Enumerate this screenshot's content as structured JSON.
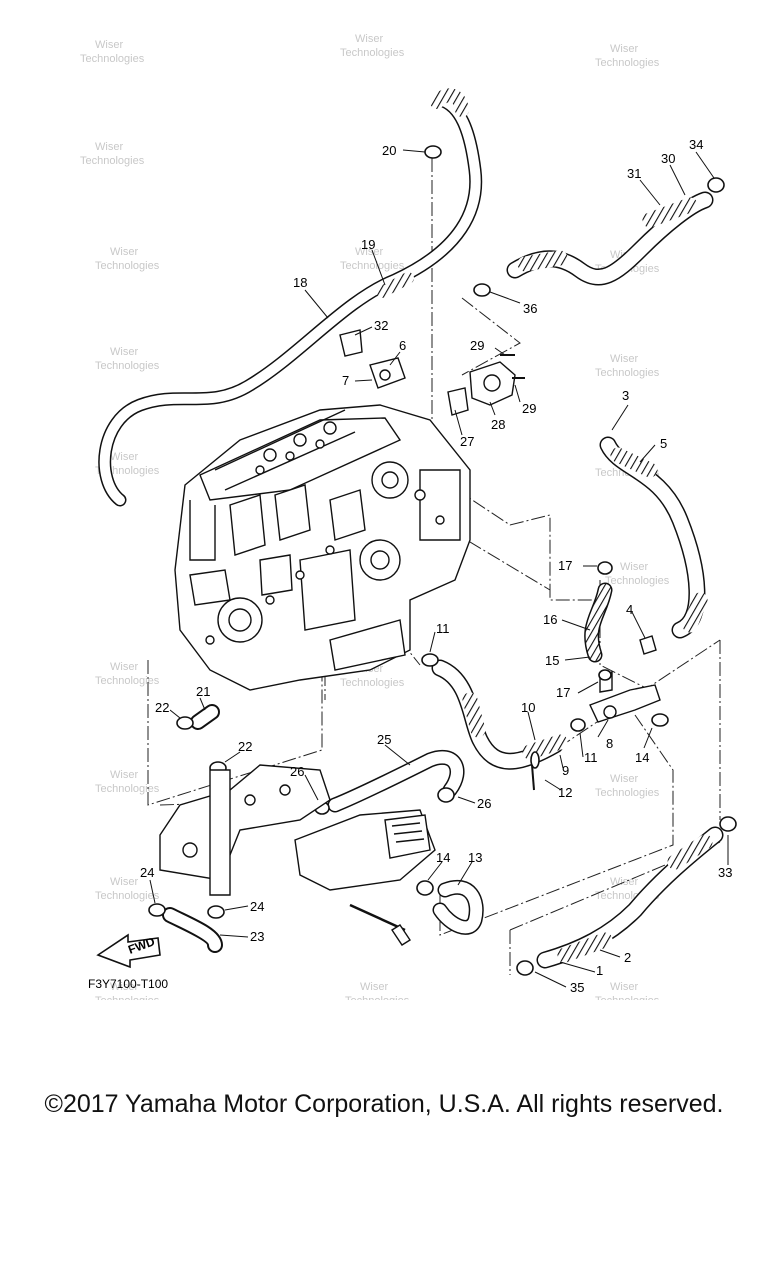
{
  "diagram": {
    "figure_code": "F3Y7100-T100",
    "fwd_label": "FWD",
    "watermark_line1": "Wiser",
    "watermark_line2": "Technologies",
    "callouts": [
      "1",
      "2",
      "3",
      "4",
      "5",
      "6",
      "7",
      "8",
      "9",
      "10",
      "11",
      "11",
      "12",
      "13",
      "14",
      "14",
      "15",
      "16",
      "17",
      "17",
      "18",
      "19",
      "20",
      "21",
      "22",
      "22",
      "23",
      "24",
      "24",
      "25",
      "26",
      "26",
      "27",
      "28",
      "29",
      "29",
      "30",
      "31",
      "32",
      "33",
      "34",
      "35",
      "36"
    ]
  },
  "footer": {
    "copyright": "©2017 Yamaha Motor Corporation, U.S.A. All rights reserved."
  }
}
